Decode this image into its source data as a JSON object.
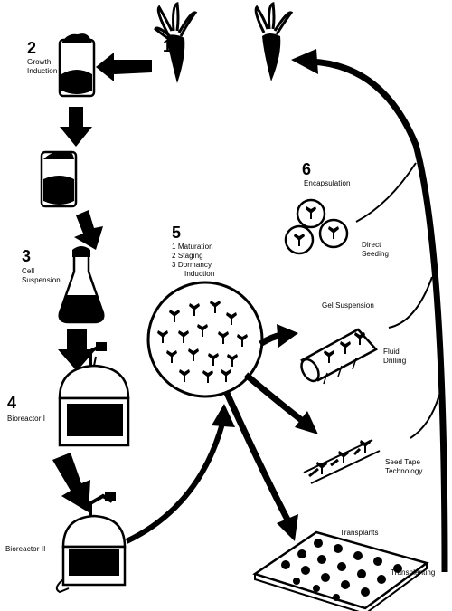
{
  "steps": {
    "s1": {
      "num": "1"
    },
    "s2": {
      "num": "2",
      "label_l1": "Growth",
      "label_l2": "Induction"
    },
    "s3": {
      "num": "3",
      "label_l1": "Cell",
      "label_l2": "Suspension"
    },
    "s4": {
      "num": "4",
      "label": "Bioreactor I"
    },
    "bioreactor2": {
      "label": "Bioreactor II"
    },
    "s5": {
      "num": "5",
      "items": [
        "1  Maturation",
        "2  Staging",
        "3  Dormancy"
      ],
      "item3_l2": "Induction"
    },
    "s6": {
      "num": "6",
      "label": "Encapsulation"
    }
  },
  "delivery": {
    "direct_l1": "Direct",
    "direct_l2": "Seeding",
    "gel": "Gel Suspension",
    "fluid_l1": "Fluid",
    "fluid_l2": "Drilling",
    "tape_l1": "Seed Tape",
    "tape_l2": "Technology",
    "transplants": "Transplants",
    "transplanting": "Transplanting"
  },
  "colors": {
    "ink": "#000000",
    "paper": "#ffffff"
  }
}
